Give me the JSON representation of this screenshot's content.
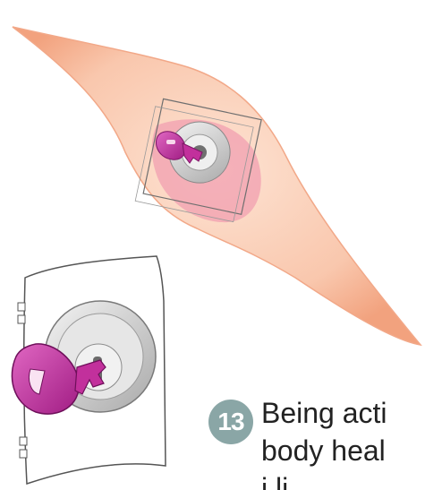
{
  "step": {
    "number": "13"
  },
  "caption": {
    "line1": "Being acti",
    "line2": "body heal",
    "line3": "i   li"
  },
  "colors": {
    "cell_fill": "#f8c9b0",
    "cell_edge": "#f0a07c",
    "nucleus": "#f2a6b0",
    "key": "#c2309c",
    "lock_plate": "#ffffff",
    "lock_cylinder": "#c8c8c8",
    "badge": "#8aa6a6"
  },
  "icons": [
    "cell-icon",
    "lock-icon",
    "key-icon"
  ]
}
